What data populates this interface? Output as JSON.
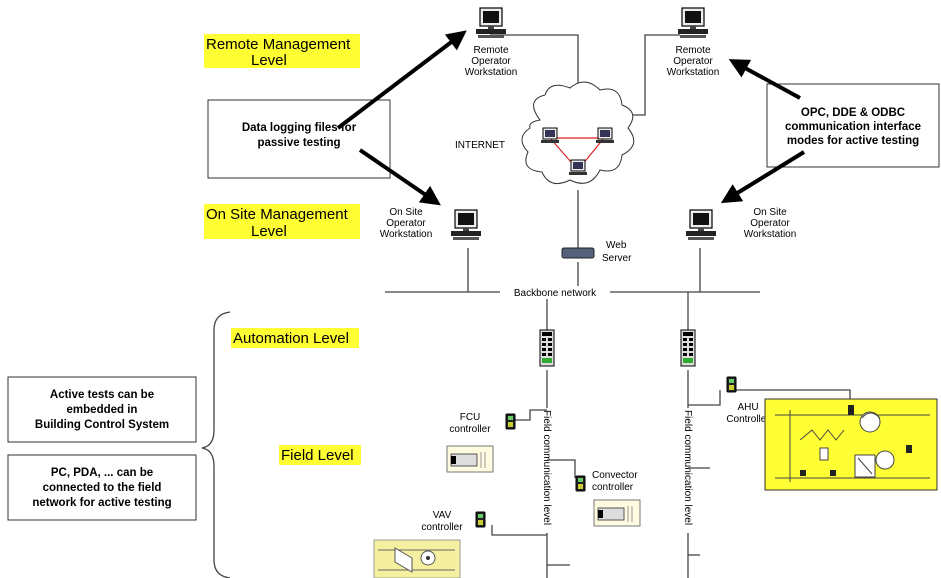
{
  "levels": {
    "remote_management": [
      "Remote Management",
      "Level"
    ],
    "on_site_management": [
      "On Site Management",
      "Level"
    ],
    "automation": "Automation Level",
    "field": "Field Level"
  },
  "workstations": {
    "remote_left": [
      "Remote",
      "Operator",
      "Workstation"
    ],
    "remote_right": [
      "Remote",
      "Operator",
      "Workstation"
    ],
    "onsite_left": [
      "On Site",
      "Operator",
      "Workstation"
    ],
    "onsite_right": [
      "On Site",
      "Operator",
      "Workstation"
    ]
  },
  "network": {
    "internet": "INTERNET",
    "web_server": [
      "Web",
      "Server"
    ],
    "backbone": "Backbone network",
    "field_comm": "Field communication level"
  },
  "callouts": {
    "data_logging": [
      "Data logging files for",
      "passive testing"
    ],
    "opc": [
      "OPC, DDE & ODBC",
      "communication interface",
      "modes for active testing"
    ],
    "active_tests": [
      "Active tests can be",
      "embedded in",
      "Building Control System"
    ],
    "pc_pda": [
      "PC, PDA, ... can be",
      "connected to the field",
      "network for active testing"
    ]
  },
  "controllers": {
    "fcu": [
      "FCU",
      "controller"
    ],
    "convector": [
      "Convector",
      "controller"
    ],
    "vav": [
      "VAV",
      "controller"
    ],
    "ahu": [
      "AHU",
      "Controller"
    ]
  },
  "colors": {
    "highlight": "#ffff33",
    "ahu_panel": "#ffff33",
    "vav_panel": "#f5f0a0"
  },
  "icons": [
    "workstation-icon",
    "cloud-icon",
    "router-icon",
    "plc-rack-icon",
    "controller-icon",
    "radiator-icon",
    "fan-icon"
  ]
}
